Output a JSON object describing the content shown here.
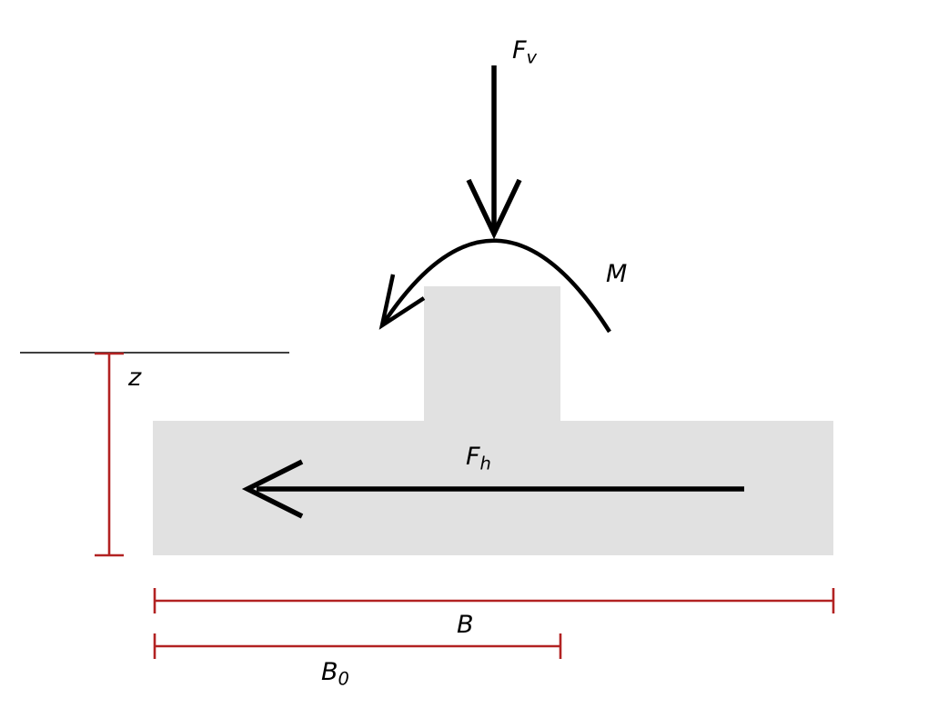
{
  "diagram": {
    "labels": {
      "vertical_force": {
        "main": "F",
        "sub": "v"
      },
      "moment": "M",
      "horizontal_force": {
        "main": "F",
        "sub": "h"
      },
      "embedment_depth": "z",
      "total_width": "B",
      "base_width": {
        "main": "B",
        "sub": "0"
      }
    },
    "colors": {
      "shape_fill": "#e1e1e1",
      "force_arrow": "#000000",
      "ground_line": "#000000",
      "dimension_line": "#b22222",
      "background": "#ffffff"
    }
  }
}
